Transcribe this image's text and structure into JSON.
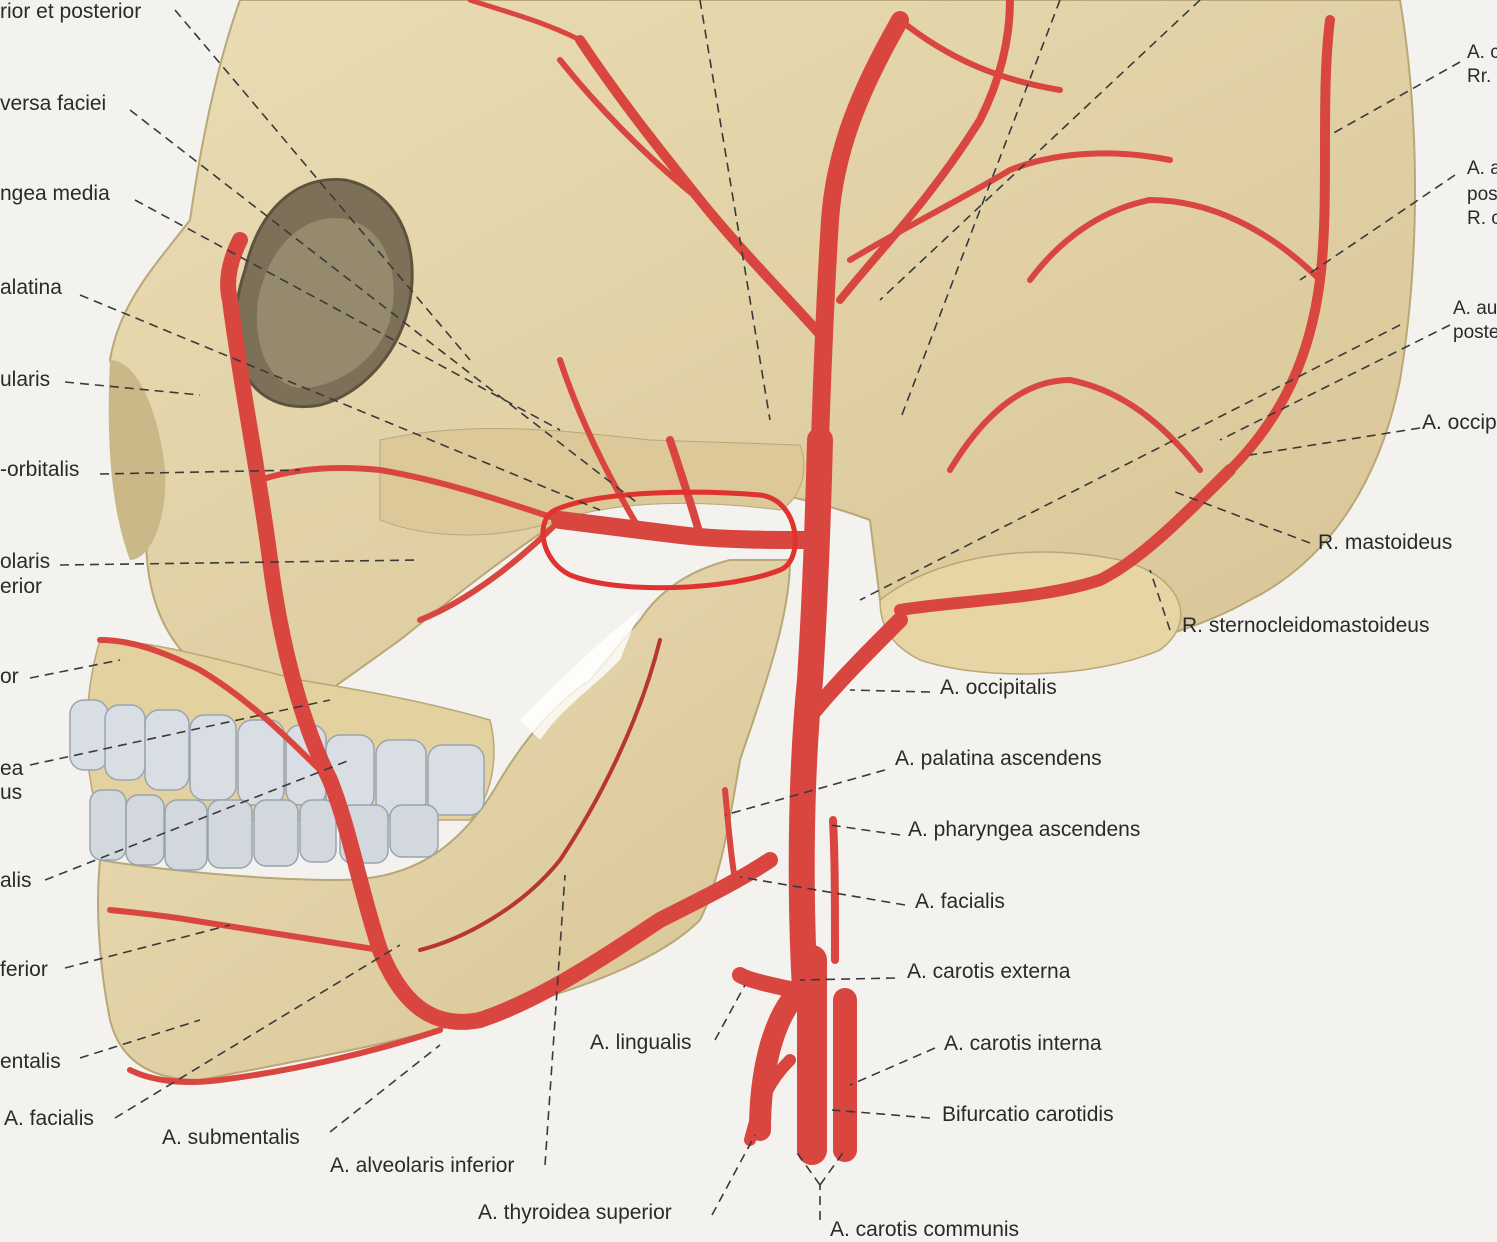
{
  "colors": {
    "bone": "#e6d7ad",
    "bone_shadow": "#c8b687",
    "artery": "#d9463f",
    "artery_dark": "#b83630",
    "teeth": "#d7dde3",
    "highlight_ring": "#e0322f",
    "background": "#f3f2ee"
  },
  "labels": {
    "left": {
      "l1": "rior et posterior",
      "l2": "versa faciei",
      "l3": "ngea media",
      "l4": "alatina",
      "l5": "ularis",
      "l6": "-orbitalis",
      "l7a": "olaris",
      "l7b": "erior",
      "l8": "or",
      "l9a": "ea",
      "l9b": "us",
      "l10": "alis",
      "l11": "ferior",
      "l12": "entalis",
      "l13": "A. facialis"
    },
    "bottom": {
      "submentalis": "A. submentalis",
      "alveolaris_inferior": "A. alveolaris inferior",
      "lingualis": "A. lingualis",
      "thyroidea_superior": "A. thyroidea superior",
      "carotis_communis": "A. carotis communis"
    },
    "right": {
      "r1a": "A. c",
      "r1b": "Rr.",
      "r2a": "A. a",
      "r2b": "pos",
      "r2c": "R. c",
      "r3a": "A. au",
      "r3b": "poste",
      "r4": "A. occip",
      "mastoideus": "R. mastoideus",
      "sternocleidomastoideus": "R. sternocleidomastoideus",
      "occipitalis": "A. occipitalis",
      "palatina_ascendens": "A. palatina ascendens",
      "pharyngea_ascendens": "A. pharyngea ascendens",
      "facialis": "A. facialis",
      "carotis_externa": "A. carotis externa",
      "carotis_interna": "A. carotis interna",
      "bifurcatio": "Bifurcatio carotidis"
    }
  }
}
